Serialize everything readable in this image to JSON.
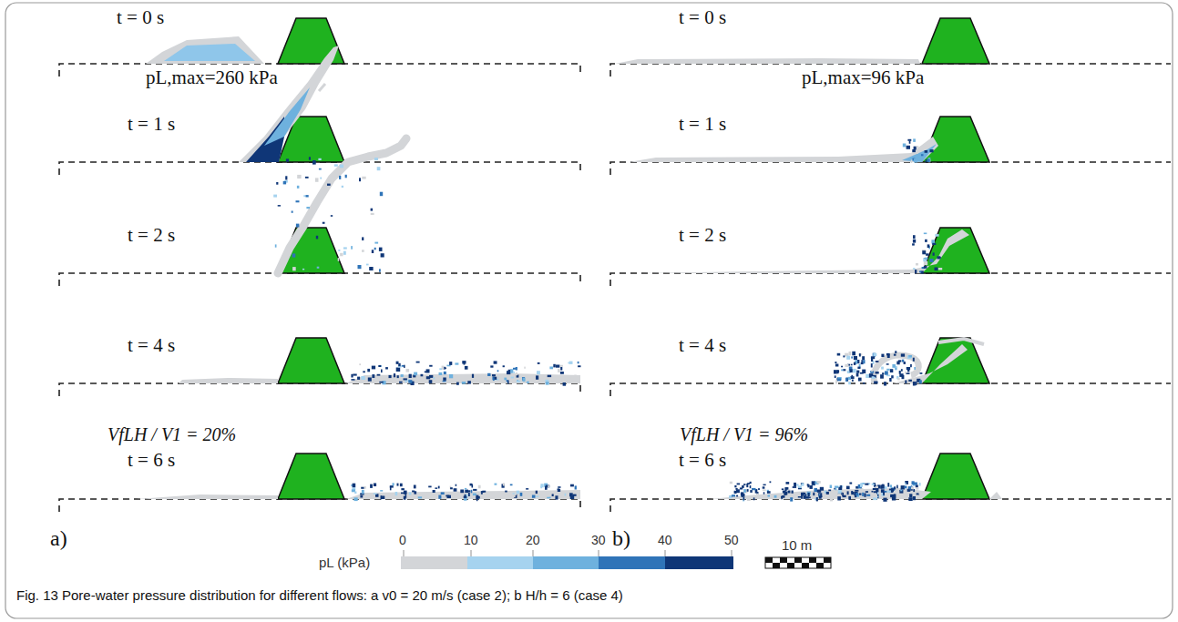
{
  "diagram": {
    "caption": "Fig. 13 Pore-water pressure distribution for different flows: a v0 = 20 m/s (case 2); b H/h = 6 (case 4)",
    "labels": [
      "t = 0 s",
      "t = 0 s",
      "pL,max=260 kPa",
      "pL,max=96 kPa",
      "t = 1 s",
      "t = 1 s",
      "t = 2 s",
      "t = 2 s",
      "t = 4 s",
      "t = 4 s",
      "VfLH / V1 = 20%",
      "VfLH / V1 = 96%",
      "t = 6 s",
      "t = 6 s",
      "a)",
      "b)",
      "0",
      "10",
      "20",
      "30",
      "40",
      "50",
      "pL (kPa)",
      "10 m"
    ]
  }
}
